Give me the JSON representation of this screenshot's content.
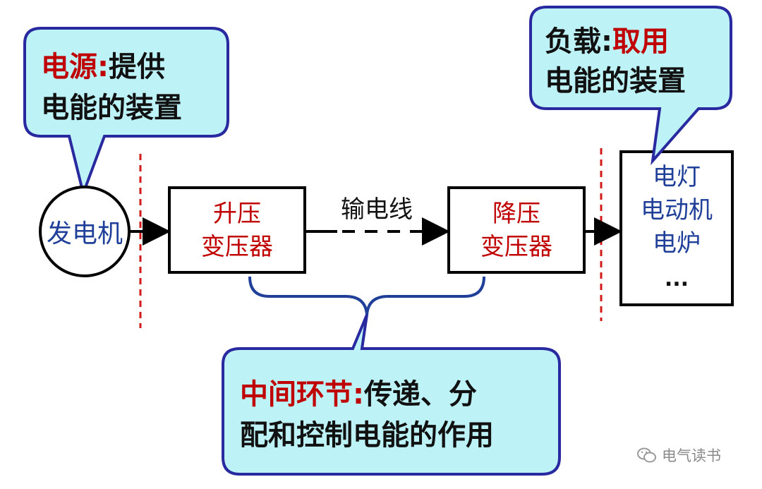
{
  "source": {
    "title_red": "电源:",
    "title_black": "提供",
    "line2": "电能的装置",
    "device": "发电机"
  },
  "intermediate": {
    "step_up": [
      "升压",
      "变压器"
    ],
    "line_label": "输电线",
    "step_down": [
      "降压",
      "变压器"
    ],
    "title_red": "中间环节:",
    "line1_black": "传递、分",
    "line2": "配和控制电能的作用"
  },
  "load": {
    "title_black": "负载:",
    "title_red": "取用",
    "line2": "电能的装置",
    "devices": [
      "电灯",
      "电动机",
      "电炉",
      "..."
    ]
  },
  "watermark": "电气读书",
  "colors": {
    "callout_fill": "#bdf2f7",
    "callout_stroke": "#2a2aa0",
    "red": "#c00000",
    "blue": "#1f3f99",
    "divider": "#d11a1a"
  }
}
